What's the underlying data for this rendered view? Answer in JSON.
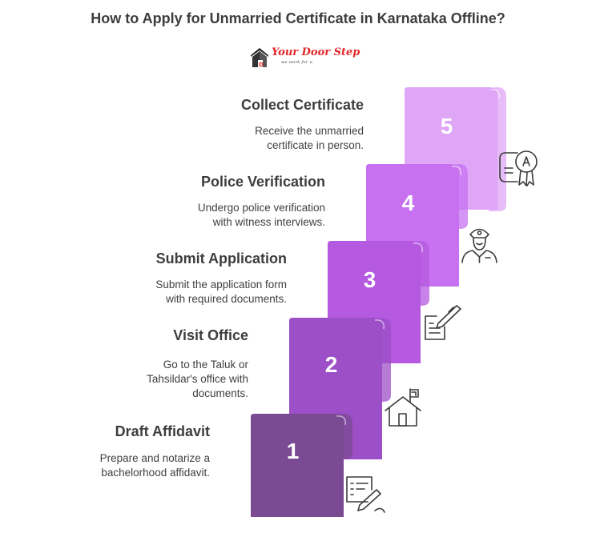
{
  "title": "How to Apply for Unmarried Certificate in Karnataka Offline?",
  "logo": {
    "name": "Your Door Step",
    "tagline": "we work for u",
    "icon": "house-logo-icon"
  },
  "colors": {
    "step1": "#7a4a92",
    "step2": "#9c4fc7",
    "step3": "#b559e0",
    "step4": "#c771f0",
    "step5": "#dfa5f6",
    "icon_stroke": "#3b3b3b"
  },
  "steps": [
    {
      "number": "1",
      "title": "Draft Affidavit",
      "description": "Prepare and notarize a\nbachelorhood affidavit.",
      "icon": "affidavit-writing-icon"
    },
    {
      "number": "2",
      "title": "Visit Office",
      "description": "Go to the Taluk or\nTahsildar's office with\ndocuments.",
      "icon": "office-building-flag-icon"
    },
    {
      "number": "3",
      "title": "Submit Application",
      "description": "Submit the application form\nwith required documents.",
      "icon": "application-form-icon"
    },
    {
      "number": "4",
      "title": "Police Verification",
      "description": "Undergo police verification\nwith witness interviews.",
      "icon": "police-officer-icon"
    },
    {
      "number": "5",
      "title": "Collect Certificate",
      "description": "Receive the unmarried\ncertificate in person.",
      "icon": "certificate-award-icon"
    }
  ]
}
